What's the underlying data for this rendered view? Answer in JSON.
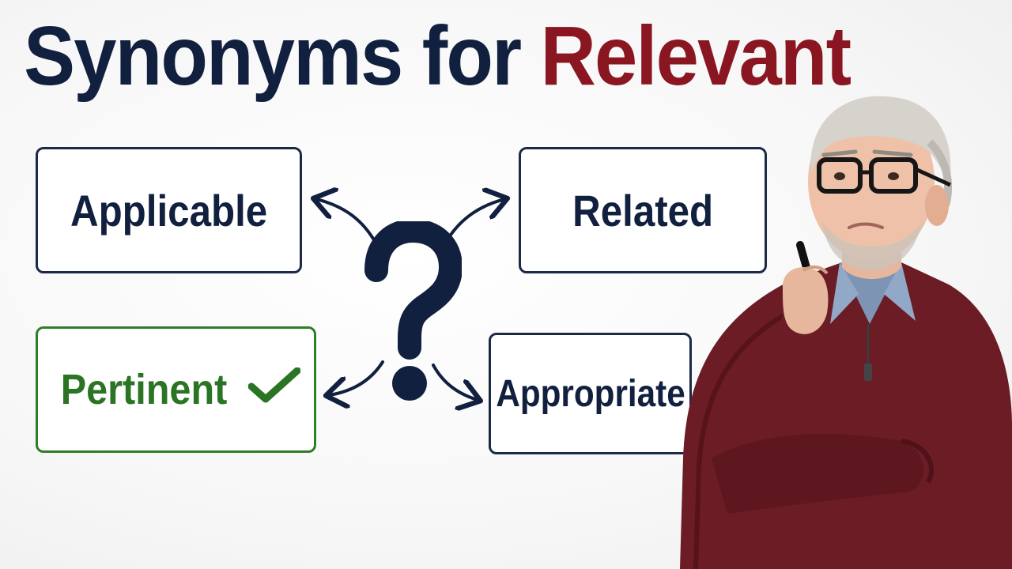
{
  "title": {
    "prefix": "Synonyms for ",
    "highlight": "Relevant"
  },
  "synonyms": {
    "applicable": "Applicable",
    "related": "Related",
    "pertinent": "Pertinent",
    "appropriate": "Appropriate"
  },
  "center_symbol": "?",
  "icons": {
    "check": "checkmark-icon",
    "arrows": "curved-arrow-icon",
    "person": "thinking-man-illustration"
  },
  "colors": {
    "navy": "#11203f",
    "accent_red": "#8a1622",
    "correct_green": "#2a7424",
    "sweater": "#6b1c24"
  }
}
